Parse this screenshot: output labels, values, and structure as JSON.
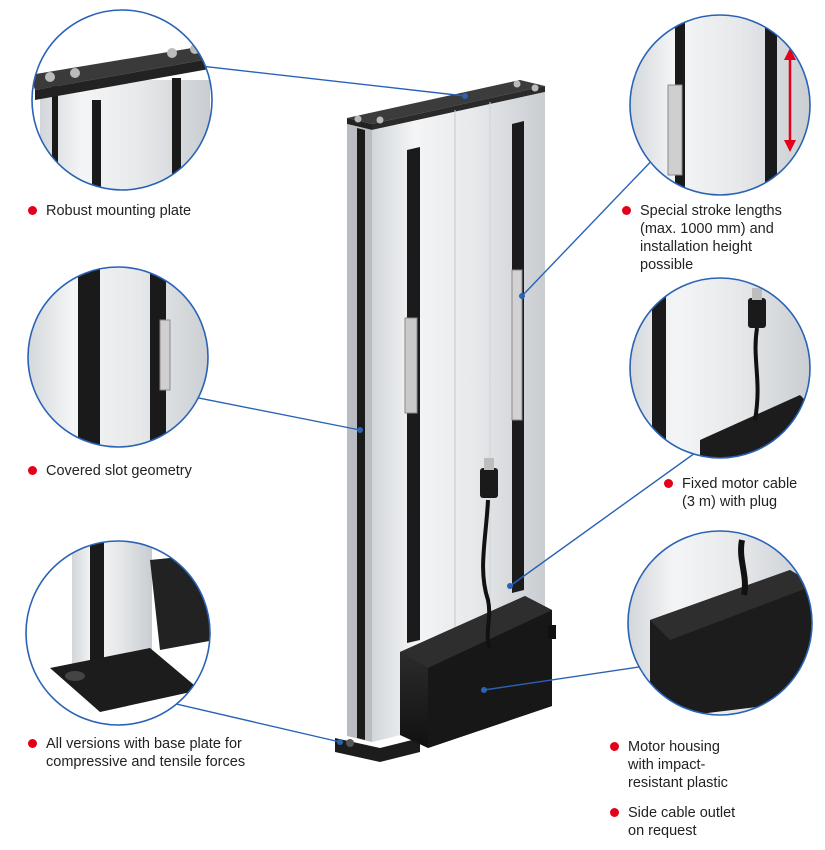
{
  "colors": {
    "accent_dot": "#e2001a",
    "leader_line": "#2a62b6",
    "circle_border": "#2a62b6",
    "aluminium": "#e8eaec",
    "housing": "#1c1c1c"
  },
  "callouts": {
    "mounting_plate": "Robust mounting plate",
    "slot_geometry": "Covered slot geometry",
    "base_plate": "All versions with base plate for\ncompressive and tensile forces",
    "stroke_lengths": "Special stroke lengths\n(max. 1000 mm) and\ninstallation height\npossible",
    "motor_cable": "Fixed motor cable\n(3 m) with plug",
    "motor_housing": "Motor housing\nwith impact-\nresistant plastic",
    "cable_outlet": "Side cable outlet\non request"
  },
  "icons": {
    "bullet": "red-dot-icon",
    "plug": "plug-icon"
  }
}
